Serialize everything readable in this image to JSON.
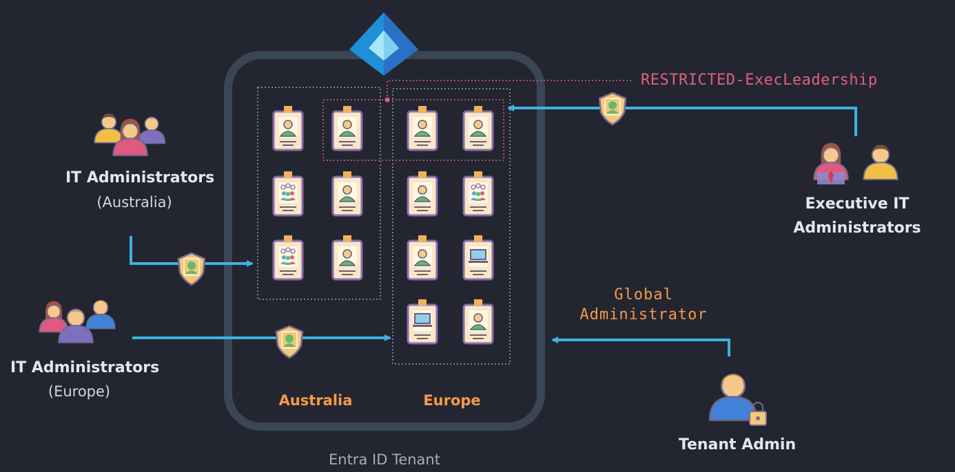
{
  "tenant": {
    "label": "Entra ID Tenant"
  },
  "admin_units": [
    {
      "id": "au",
      "label": "Australia"
    },
    {
      "id": "eu",
      "label": "Europe"
    }
  ],
  "restricted_group": {
    "label": "RESTRICTED-ExecLeadership"
  },
  "global_role": {
    "line1": "Global",
    "line2": "Administrator"
  },
  "actors": {
    "it_admins_au": {
      "name": "IT Administrators",
      "region": "(Australia)"
    },
    "it_admins_eu": {
      "name": "IT Administrators",
      "region": "(Europe)"
    },
    "exec_it_admins": {
      "line1": "Executive IT",
      "line2": "Administrators"
    },
    "tenant_admin": {
      "name": "Tenant Admin"
    }
  },
  "colors": {
    "background": "#232631",
    "tenant_border": "#3a4656",
    "arrow": "#3fb2e0",
    "accent_orange": "#f59a48",
    "accent_pink": "#e0607e",
    "badge_fill": "#f7e7c7",
    "badge_border": "#8a6cab",
    "shield_fill": "#f3c877"
  },
  "icons": {
    "tenant_logo": "entra-id-diamond-icon",
    "role_shield": "shield-user-icon",
    "user_badge": "id-badge-user-icon",
    "group_badge": "id-badge-group-icon",
    "device_badge": "id-badge-device-icon"
  }
}
